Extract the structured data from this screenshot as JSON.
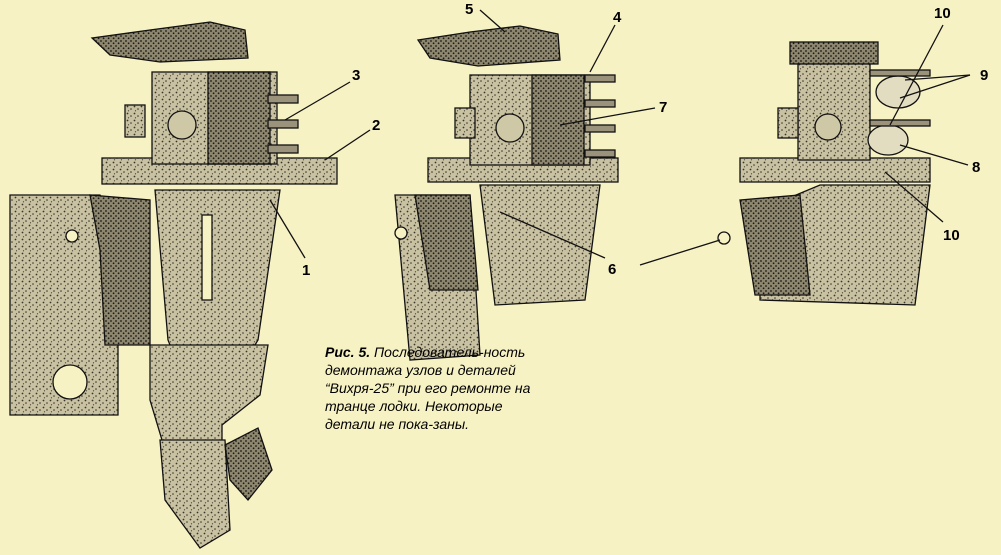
{
  "background_color": "#f7f2c4",
  "callouts": [
    "1",
    "2",
    "3",
    "4",
    "5",
    "6",
    "7",
    "8",
    "9",
    "10",
    "10"
  ],
  "caption": {
    "label": "Рис. 5.",
    "text": "Последователь-ность демонтажа узлов и деталей “Вихря-25” при его ремонте на транце лодки. Некоторые детали не пока-заны."
  }
}
